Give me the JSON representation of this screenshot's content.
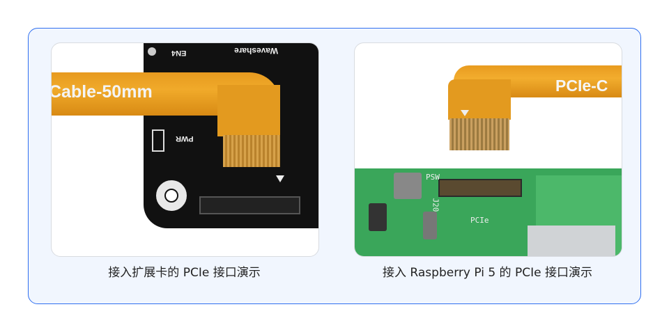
{
  "cards": [
    {
      "caption": "接入扩展卡的 PCIe 接口演示",
      "photo": {
        "cable_label": "Cable-50mm",
        "silkscreen": [
          "EN4",
          "Waveshare",
          "PWR"
        ]
      }
    },
    {
      "caption": "接入 Raspberry Pi 5 的 PCIe 接口演示",
      "photo": {
        "cable_label": "PCIe-C",
        "silkscreen": [
          "PSW",
          "J20",
          "PCIe"
        ]
      }
    }
  ],
  "colors": {
    "border": "#2f6ff0",
    "panel_bg": "#f1f6fe",
    "cable": "#e8a024",
    "pcb_black": "#111111",
    "pcb_green": "#3aa65a"
  }
}
